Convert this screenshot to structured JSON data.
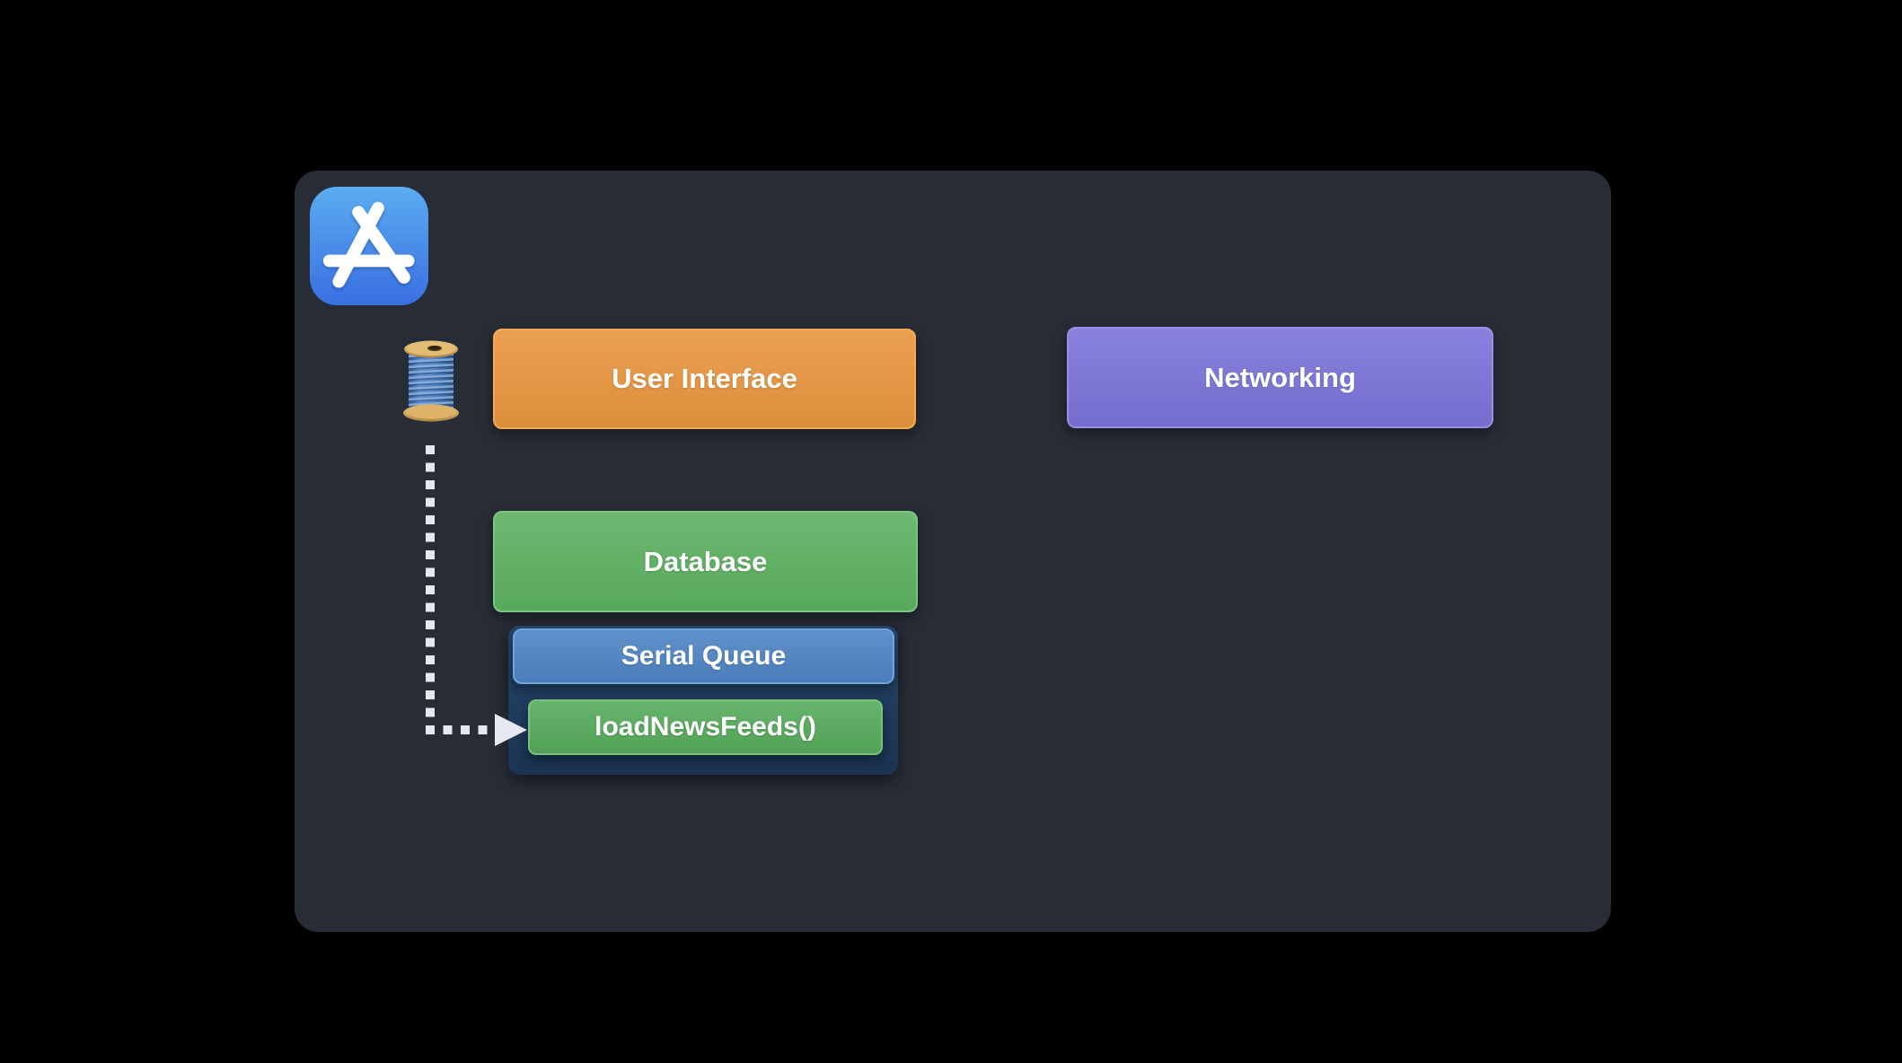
{
  "scene": {
    "description": "Slide diagram of an iOS app's concurrency: a background thread runs loadNewsFeeds() on a serial queue",
    "background_color": "#000000",
    "panel_background_color": "#272C36",
    "text_color": "#FFFFFF"
  },
  "icons": {
    "app_store": {
      "name": "App Store app icon",
      "gradient_top": "#59AAEF",
      "gradient_bottom": "#3A6FE2",
      "glyph_color": "#FFFFFF"
    },
    "thread_spool": {
      "name": "thread spool emoji",
      "thread_color": "#4E7FC0",
      "disc_color": "#D8B264"
    }
  },
  "boxes": {
    "user_interface": {
      "label": "User Interface",
      "fill": "#E8963E",
      "border": "#F2AB54"
    },
    "networking": {
      "label": "Networking",
      "fill": "#7B73D9",
      "border": "#988FE5"
    },
    "database": {
      "label": "Database",
      "fill": "#5CB161",
      "border": "#7CC583"
    },
    "serial_queue": {
      "label": "Serial Queue",
      "fill": "#4E84C4",
      "border": "#72A3DA"
    },
    "load_news_feeds": {
      "label": "loadNewsFeeds()",
      "fill": "#56AB5C",
      "border": "#79C07F"
    },
    "queue_container": {
      "fill": "#20405F"
    }
  },
  "connector": {
    "from": "thread-spool-icon",
    "to": "loadNewsFeeds()",
    "style": "dotted",
    "color": "#E6E7EF"
  }
}
